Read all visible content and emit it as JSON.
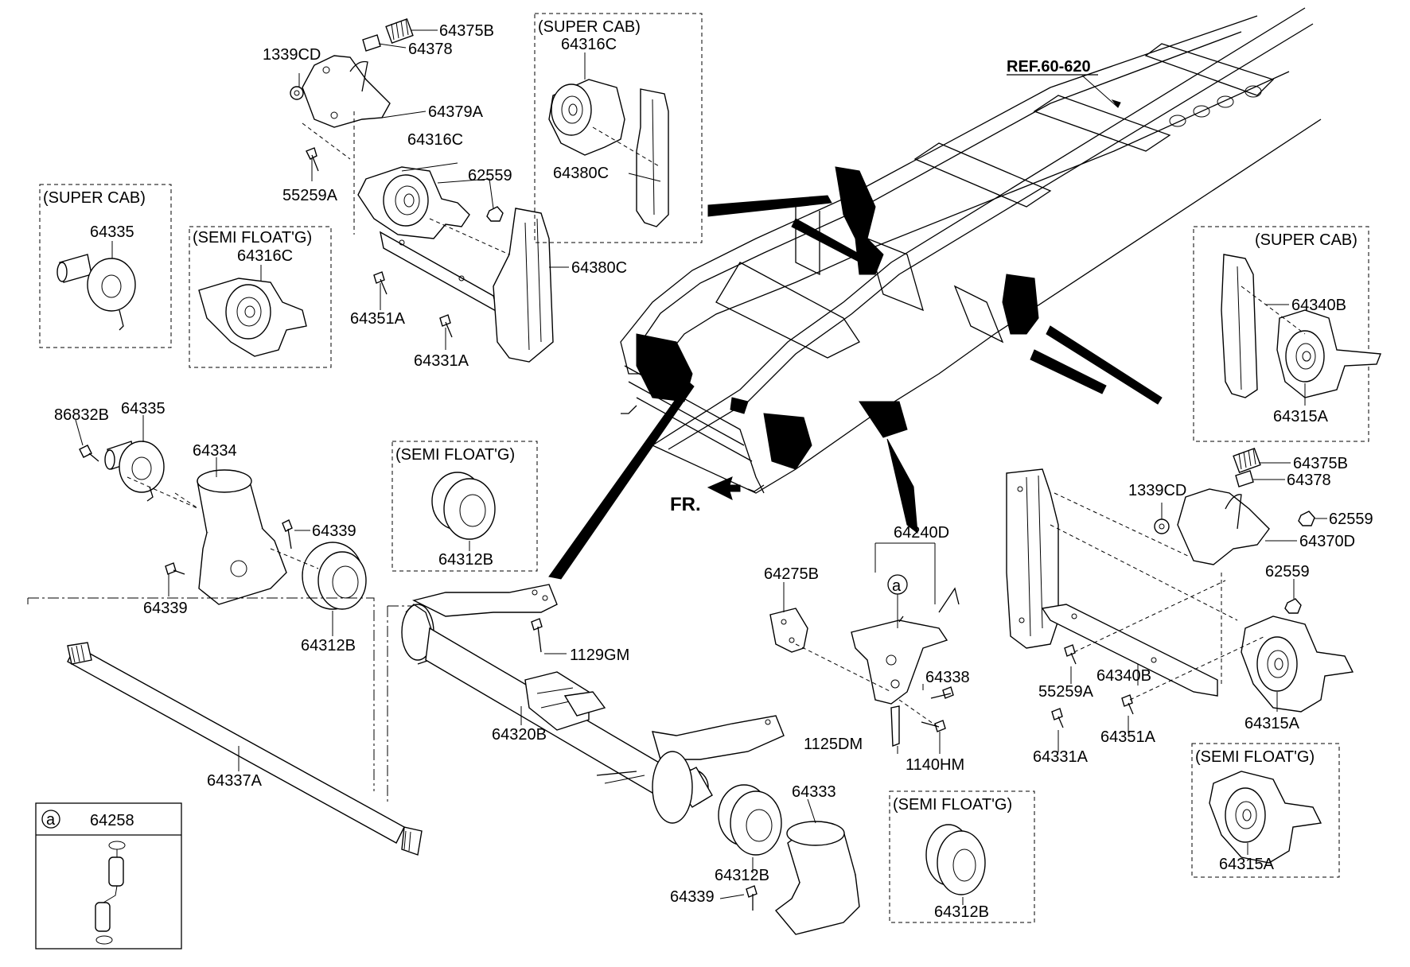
{
  "diagram": {
    "reference": "REF.60-620",
    "direction": "FR.",
    "labels": {
      "p64375B_top": "64375B",
      "p64378_top": "64378",
      "p1339CD_top": "1339CD",
      "p64379A": "64379A",
      "p64316C_mid": "64316C",
      "p62559_top": "62559",
      "p55259A_top": "55259A",
      "p64380C_right": "64380C",
      "p64351A_top": "64351A",
      "p64331A_top": "64331A",
      "p64335_sc": "64335",
      "p64316C_semi": "64316C",
      "p64316C_sc": "64316C",
      "p64380C_sc": "64380C",
      "p86832B": "86832B",
      "p64335_mid": "64335",
      "p64334": "64334",
      "p64339_a": "64339",
      "p64339_b": "64339",
      "p64312B_left": "64312B",
      "p64312B_semi": "64312B",
      "p1129GM": "1129GM",
      "p64337A": "64337A",
      "p64258": "64258",
      "p64320B": "64320B",
      "p64312B_low": "64312B",
      "p64333": "64333",
      "p64339_low": "64339",
      "p64240D": "64240D",
      "p64275B": "64275B",
      "p64338": "64338",
      "p1125DM": "1125DM",
      "p1140HM": "1140HM",
      "p64312B_semi2": "64312B",
      "p64340B_sc": "64340B",
      "p64315A_sc": "64315A",
      "p64375B_right": "64375B",
      "p64378_right": "64378",
      "p1339CD_right": "1339CD",
      "p62559_r1": "62559",
      "p64370D": "64370D",
      "p62559_r2": "62559",
      "p55259A_right": "55259A",
      "p64340B_right": "64340B",
      "p64331A_right": "64331A",
      "p64351A_right": "64351A",
      "p64315A_right": "64315A",
      "p64315A_semi": "64315A",
      "callout_a": "a",
      "callout_a_box": "a"
    },
    "boxes": {
      "super_cab_top": "(SUPER CAB)",
      "super_cab_left": "(SUPER CAB)",
      "semi_float_left": "(SEMI FLOAT'G)",
      "semi_float_mid": "(SEMI FLOAT'G)",
      "semi_float_low": "(SEMI FLOAT'G)",
      "super_cab_right": "(SUPER CAB)",
      "semi_float_right": "(SEMI FLOAT'G)"
    }
  }
}
